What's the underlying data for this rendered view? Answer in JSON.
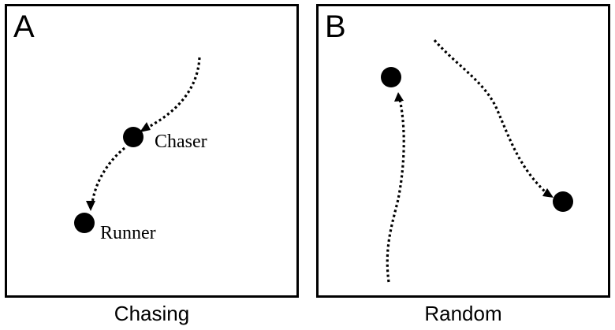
{
  "panels": [
    {
      "letter": "A",
      "caption": "Chasing",
      "agents": [
        {
          "label": "Chaser"
        },
        {
          "label": "Runner"
        }
      ]
    },
    {
      "letter": "B",
      "caption": "Random"
    }
  ],
  "colors": {
    "ink": "#000000",
    "background": "#ffffff"
  }
}
